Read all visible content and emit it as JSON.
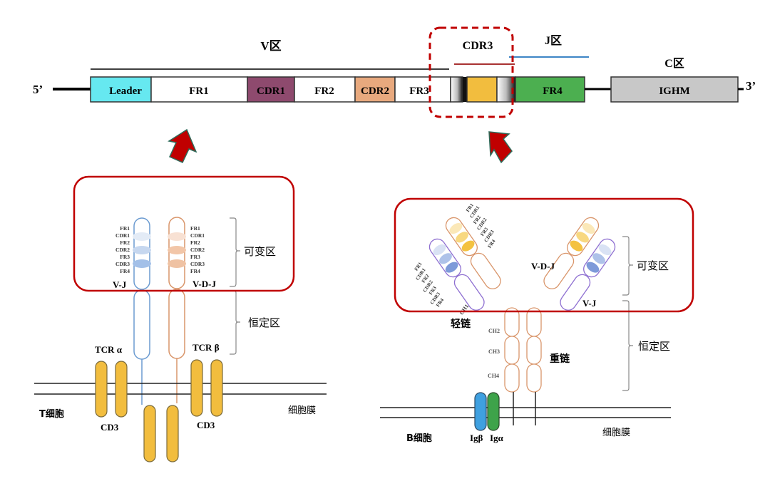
{
  "gene_strip": {
    "five_prime": "5’",
    "three_prime": "3’",
    "v_region_label": "V区",
    "cdr3_label": "CDR3",
    "j_region_label": "J区",
    "c_region_label": "C区",
    "segments": [
      {
        "label": "Leader",
        "color": "#66e8f0"
      },
      {
        "label": "FR1",
        "color": "#ffffff"
      },
      {
        "label": "CDR1",
        "color": "#8e4a6e"
      },
      {
        "label": "FR2",
        "color": "#ffffff"
      },
      {
        "label": "CDR2",
        "color": "#e8a97e"
      },
      {
        "label": "FR3",
        "color": "#ffffff"
      },
      {
        "label": "",
        "color": "gradient"
      },
      {
        "label": "",
        "color": "#f2bd3e"
      },
      {
        "label": "",
        "color": "gradient"
      },
      {
        "label": "FR4",
        "color": "#4caf50"
      }
    ],
    "constant": {
      "label": "IGHM",
      "color": "#c8c8c8"
    }
  },
  "tcr": {
    "domain_labels": [
      "FR1",
      "CDR1",
      "FR2",
      "CDR2",
      "FR3",
      "CDR3",
      "FR4"
    ],
    "alpha_label": "V-J",
    "beta_label": "V-D-J",
    "tcr_alpha": "TCR α",
    "tcr_beta": "TCR β",
    "variable_label": "可变区",
    "constant_label": "恒定区",
    "cd3_left": "CD3",
    "cd3_right": "CD3",
    "cell_label": "T细胞",
    "membrane_label": "细胞膜"
  },
  "bcr": {
    "domain_labels": [
      "FR1",
      "CDR1",
      "FR2",
      "CDR2",
      "FR3",
      "CDR3",
      "FR4"
    ],
    "heavy_vdj": "V-D-J",
    "light_vj": "V-J",
    "ch1": "CH1",
    "ch2": "CH2",
    "ch3": "CH3",
    "ch4": "CH4",
    "light_chain": "轻链",
    "heavy_chain": "重链",
    "variable_label": "可变区",
    "constant_label": "恒定区",
    "ig_beta": "Igβ",
    "ig_alpha": "Igα",
    "cell_label": "B细胞",
    "membrane_label": "细胞膜"
  },
  "colors": {
    "highlight_red": "#c00000",
    "tcr_alpha_blue": "#6b9bd1",
    "tcr_beta_orange": "#d9956a",
    "light_chain_purple": "#8e6fd1",
    "heavy_chain_orange": "#d9956a",
    "cd3_yellow": "#f2bd3e",
    "ig_beta_blue": "#3fa0e0",
    "ig_alpha_green": "#3ea34a",
    "cdr3_line": "#a83232",
    "j_line": "#3d85c6"
  }
}
